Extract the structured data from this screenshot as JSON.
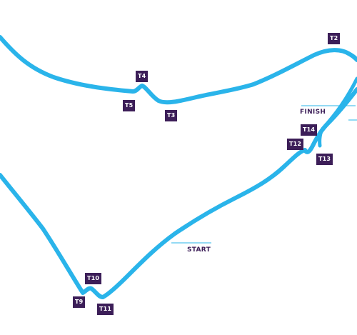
{
  "map": {
    "colors": {
      "track": "#2ab4ea",
      "label_bg": "#3c1e58",
      "label_text": "#ffffff",
      "marker_text": "#3c1e58"
    },
    "turns": {
      "t2": "T2",
      "t3": "T3",
      "t4": "T4",
      "t5": "T5",
      "t9": "T9",
      "t10": "T10",
      "t11": "T11",
      "t12": "T12",
      "t13": "T13",
      "t14": "T14"
    },
    "markers": {
      "finish": "FINISH",
      "start": "START"
    }
  }
}
